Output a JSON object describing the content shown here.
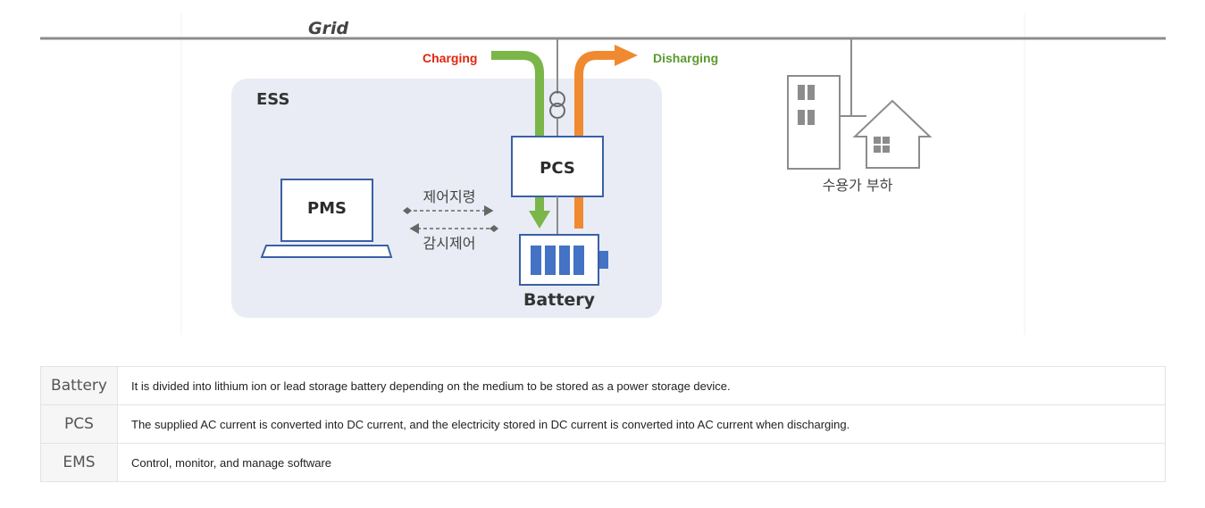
{
  "diagram": {
    "grid_label": "Grid",
    "charging_label": "Charging",
    "discharging_label": "Disharging",
    "ess_label": "ESS",
    "pcs_label": "PCS",
    "pms_label": "PMS",
    "control_command_label": "제어지령",
    "monitor_control_label": "감시제어",
    "battery_label": "Battery",
    "consumer_load_label": "수용가 부하",
    "colors": {
      "charging_arrow": "#7ab648",
      "discharging_arrow": "#f08a30",
      "charging_text": "#e0250c",
      "discharging_text": "#5a9a2e",
      "battery_cells": "#4472c4",
      "box_border": "#3a5fa8",
      "ess_background": "#e9ecf4"
    }
  },
  "legend": [
    {
      "term": "Battery",
      "description": "It is divided into lithium ion or lead storage battery depending on the medium to be stored as a power storage device."
    },
    {
      "term": "PCS",
      "description": "The supplied AC current is converted into DC current, and the electricity stored in DC current is converted into AC current when discharging."
    },
    {
      "term": "EMS",
      "description": "Control, monitor, and manage software"
    }
  ]
}
